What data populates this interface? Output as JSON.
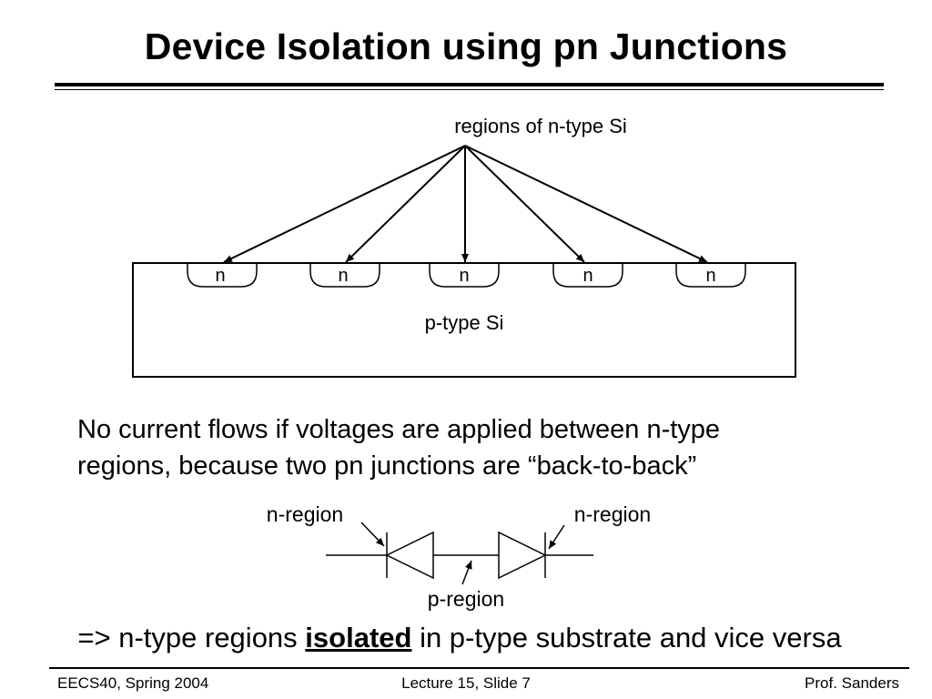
{
  "slide": {
    "title": "Device Isolation using pn Junctions"
  },
  "cross_section": {
    "top_label": "regions of n-type Si",
    "n_labels": [
      "n",
      "n",
      "n",
      "n",
      "n"
    ],
    "substrate_label": "p-type Si"
  },
  "explanation": {
    "line1": "No current flows if voltages are applied between n-type",
    "line2": "regions, because two pn junctions are “back-to-back”"
  },
  "circuit": {
    "left_label": "n-region",
    "right_label": "n-region",
    "middle_label": "p-region"
  },
  "conclusion": {
    "prefix": "=> n-type regions ",
    "emphasis": "isolated",
    "suffix": " in p-type substrate and vice versa"
  },
  "footer": {
    "left": "EECS40, Spring 2004",
    "center": "Lecture 15, Slide 7",
    "right": "Prof. Sanders"
  }
}
